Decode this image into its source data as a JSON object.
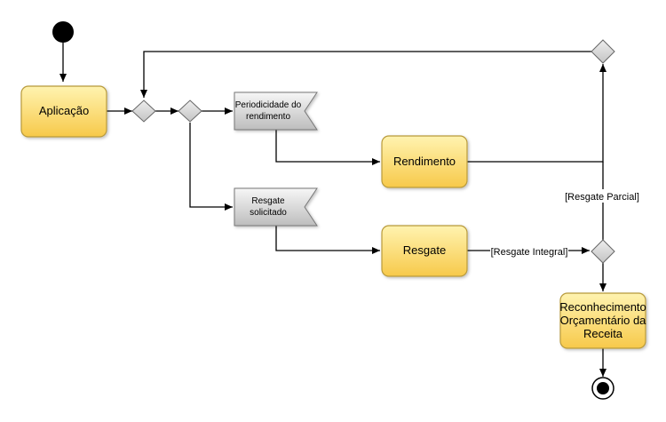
{
  "diagram": {
    "activities": {
      "aplicacao": "Aplicação",
      "rendimento": "Rendimento",
      "resgate": "Resgate",
      "reconhecimento": [
        "Reconhecimento",
        "Orçamentário da",
        "Receita"
      ]
    },
    "signals": {
      "periodicidade": [
        "Periodicidade do",
        "rendimento"
      ],
      "resgate_solicitado": [
        "Resgate",
        "solicitado"
      ]
    },
    "guards": {
      "parcial": "[Resgate Parcial]",
      "integral": "[Resgate Integral]"
    },
    "colors": {
      "activity_fill_top": "#fff3b0",
      "activity_fill_bottom": "#f7c94a",
      "activity_stroke": "#b89a3a",
      "signal_fill_top": "#f6f6f6",
      "signal_fill_bottom": "#bdbdbd",
      "signal_stroke": "#777777",
      "diamond_fill": "#d9d9d9",
      "diamond_stroke": "#666666"
    }
  }
}
